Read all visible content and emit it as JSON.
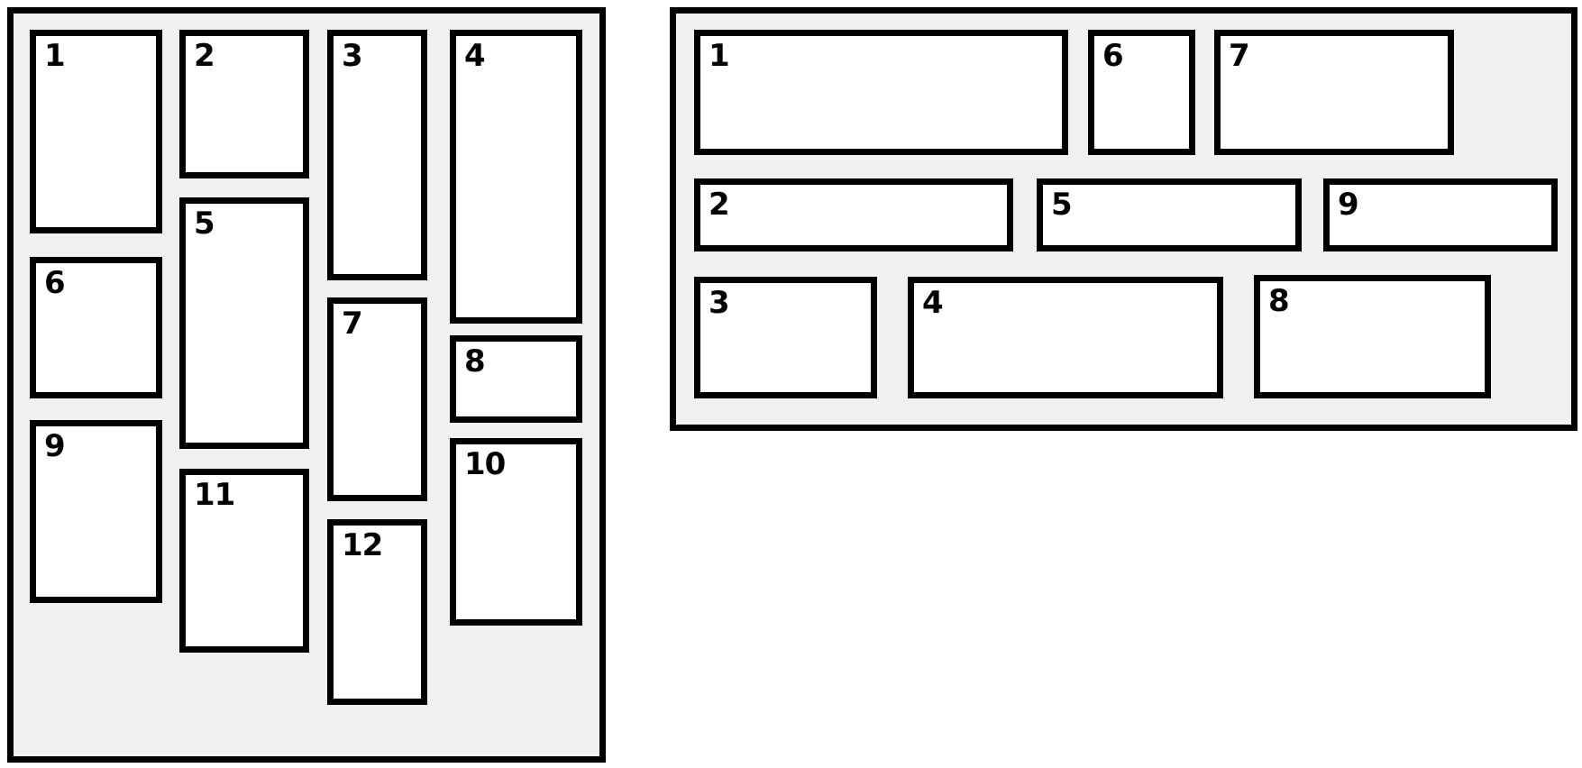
{
  "colors": {
    "page_bg": "#ffffff",
    "panel_bg": "#f1f1f1",
    "box_bg": "#ffffff",
    "border": "#000000",
    "label_text": "#000000"
  },
  "left_panel": {
    "items": [
      "1",
      "2",
      "3",
      "4",
      "5",
      "6",
      "7",
      "8",
      "9",
      "10",
      "11",
      "12"
    ]
  },
  "right_panel": {
    "items": [
      "1",
      "2",
      "3",
      "4",
      "5",
      "6",
      "7",
      "8",
      "9"
    ]
  }
}
